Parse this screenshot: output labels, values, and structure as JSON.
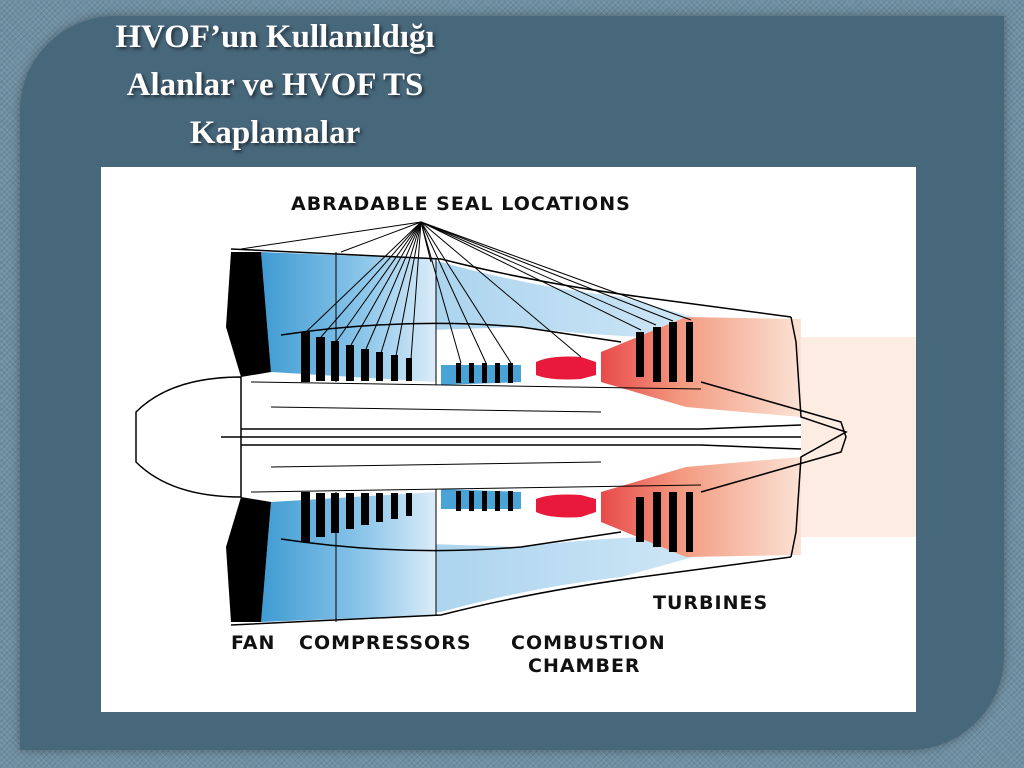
{
  "slide": {
    "title_lines": [
      "HVOF’un Kullanıldığı",
      "Alanlar ve HVOF TS",
      "Kaplamalar"
    ]
  },
  "diagram": {
    "labels": {
      "seal_locations": "ABRADABLE SEAL LOCATIONS",
      "fan": "FAN",
      "compressors": "COMPRESSORS",
      "combustion_1": "COMBUSTION",
      "combustion_2": "CHAMBER",
      "turbines": "TURBINES"
    }
  },
  "colors": {
    "panel": "#47677b",
    "fan_blue": "#4aa3d6",
    "combustor_red": "#e8193b",
    "turbine_peach": "#f3b08e"
  }
}
